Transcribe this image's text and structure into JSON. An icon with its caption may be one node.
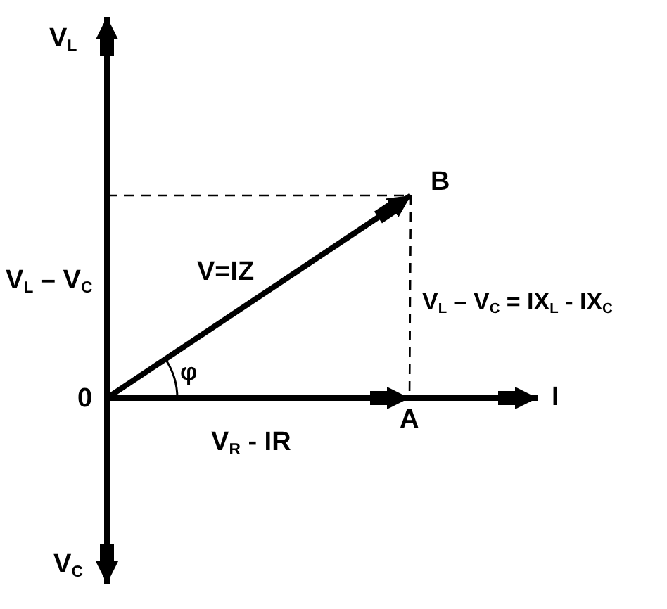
{
  "diagram": {
    "nodes": [
      {
        "text": [
          "0"
        ]
      },
      {
        "text": [
          "V$_{L}$"
        ]
      },
      {
        "text": [
          "V$_{C}$"
        ]
      },
      {
        "text": [
          "A"
        ]
      },
      {
        "text": [
          "I"
        ]
      },
      {
        "text": [
          "B"
        ]
      }
    ],
    "edges": [
      {
        "from": 0,
        "to": 1,
        "arrow": "to"
      },
      {
        "from": 0,
        "to": 2,
        "arrow": "to"
      },
      {
        "from": 0,
        "to": 3,
        "arrow": "to",
        "label": "V$_{R}$ - IR"
      },
      {
        "from": 3,
        "to": 4,
        "arrow": "to"
      },
      {
        "from": 0,
        "to": 5,
        "arrow": "to",
        "label": "V=IZ"
      },
      {
        "from": null,
        "to": 5,
        "arrow": "none",
        "style": "dashed"
      },
      {
        "from": 5,
        "to": 3,
        "arrow": "none",
        "style": "dashed",
        "label": "V$_{L}$ – V$_{C}$ = IX$_{L}$ - IX$_{C}$"
      }
    ],
    "labels": [
      "V$_{L}$ – V$_{C}$",
      "φ"
    ]
  }
}
